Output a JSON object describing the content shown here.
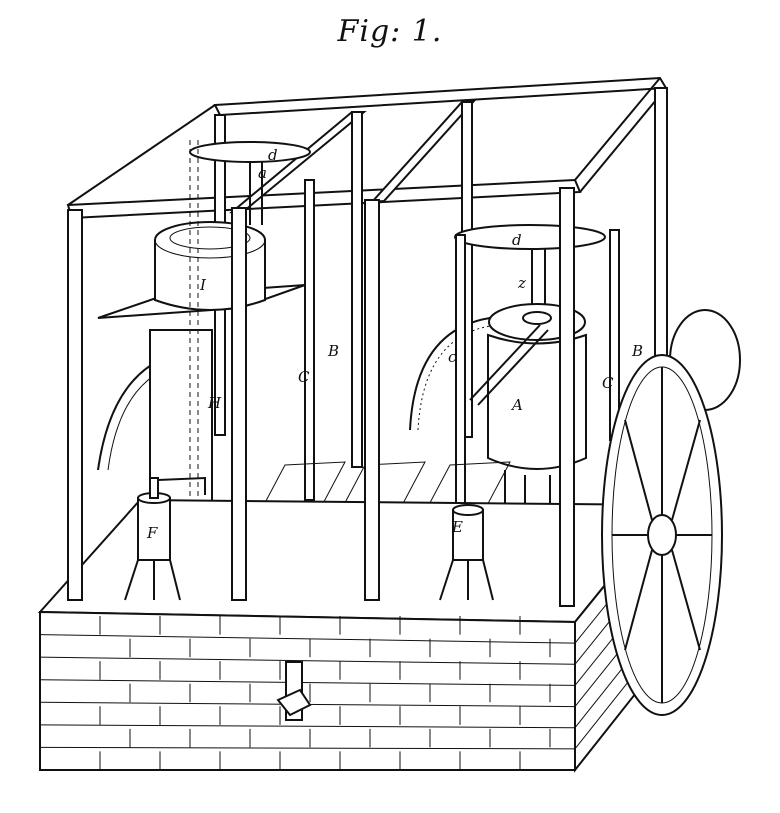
{
  "figure": {
    "title": "Fig: 1."
  },
  "labels": {
    "d_left": "d",
    "a_left": "a",
    "I": "I",
    "C_left": "C",
    "B_left": "B",
    "H": "H",
    "F": "F",
    "d_right": "d",
    "z": "z",
    "A": "A",
    "c": "c",
    "C_right": "C",
    "B_right": "B",
    "E": "E"
  }
}
